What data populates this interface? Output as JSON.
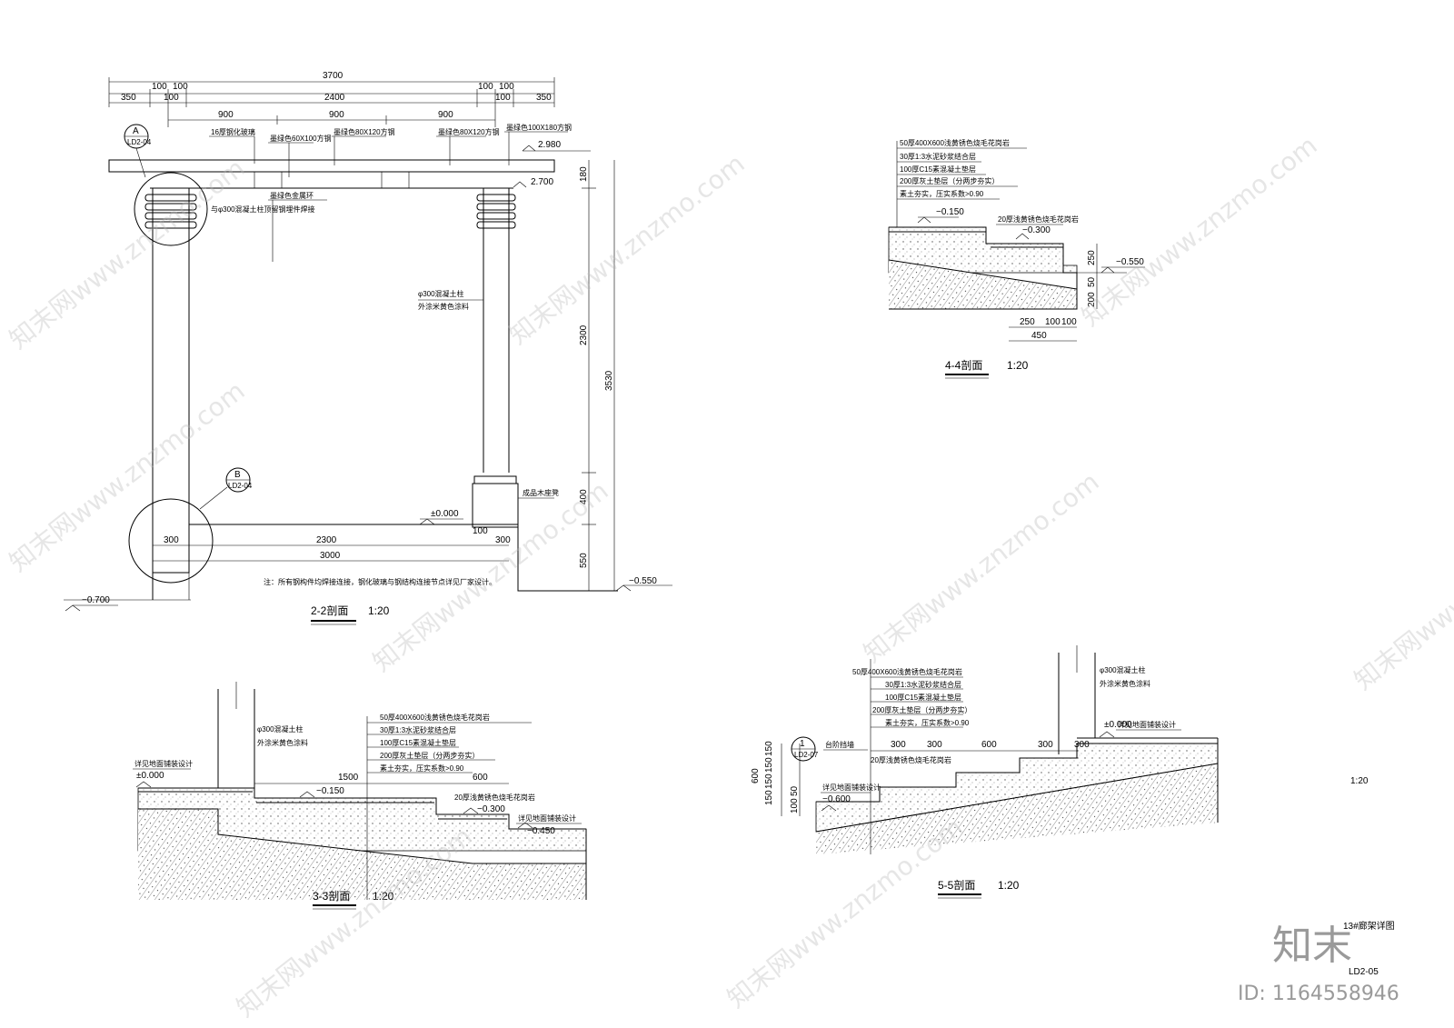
{
  "section_22": {
    "title": "2-2剖面",
    "scale": "1:20",
    "dim_total": "3700",
    "dim_row2": [
      "100",
      "100",
      "100",
      "100"
    ],
    "dim_row3": [
      "350",
      "100",
      "2400",
      "100",
      "350"
    ],
    "dim_row4": [
      "900",
      "900",
      "900"
    ],
    "labels": {
      "glass": "16厚钢化玻璃",
      "steel60": "墨绿色60X100方钢",
      "steel80a": "墨绿色80X120方钢",
      "steel80b": "墨绿色80X120方钢",
      "steel100": "墨绿色100X180方钢",
      "ring": "墨绿色金属环",
      "connect": "与φ300混凝土柱顶留钢埋件焊接",
      "col1": "φ300混凝土柱",
      "col2": "外涂米黄色涂料",
      "bench": "成品木座凳",
      "note": "注：所有钢构件均焊接连接，钢化玻璃与钢结构连接节点详见厂家设计。"
    },
    "elev": {
      "top": "2.980",
      "beam": "2.700",
      "zero": "±0.000",
      "right": "−0.550",
      "left": "−0.700"
    },
    "vdims": [
      "180",
      "2300",
      "400",
      "550",
      "3530"
    ],
    "bottom": {
      "d300a": "300",
      "d2300": "2300",
      "d100": "100",
      "d300b": "300",
      "d3000": "3000"
    },
    "callout_a": {
      "letter": "A",
      "ref": "LD2-04"
    },
    "callout_b": {
      "letter": "B",
      "ref": "LD2-04"
    }
  },
  "section_44": {
    "title": "4-4剖面",
    "scale": "1:20",
    "layers": [
      "50厚400X600浅黄锈色烧毛花岗岩",
      "30厚1:3水泥砂浆结合层",
      "100厚C15素混凝土垫层",
      "200厚灰土垫层（分两步夯实）",
      "素土夯实，压实系数>0.90"
    ],
    "step_label": "20厚浅黄锈色烧毛花岗岩",
    "elev": {
      "e1": "−0.150",
      "e2": "−0.300",
      "e3": "−0.550"
    },
    "vdims": [
      "250",
      "200",
      "50"
    ],
    "hdims": [
      "250",
      "100",
      "100",
      "450"
    ]
  },
  "section_33": {
    "title": "3-3剖面",
    "scale": "1:20",
    "col1": "φ300混凝土柱",
    "col2": "外涂米黄色涂料",
    "layers": [
      "50厚400X600浅黄锈色烧毛花岗岩",
      "30厚1:3水泥砂浆结合层",
      "100厚C15素混凝土垫层",
      "200厚灰土垫层（分两步夯实）",
      "素土夯实，压实系数>0.90"
    ],
    "left_note": "详见地面铺装设计",
    "right_note": "详见地面铺装设计",
    "step_label": "20厚浅黄锈色烧毛花岗岩",
    "elev": {
      "e0": "±0.000",
      "e1": "−0.150",
      "e2": "−0.300",
      "e3": "−0.450"
    },
    "hdims": [
      "1500",
      "600"
    ]
  },
  "section_55": {
    "title": "5-5剖面",
    "scale": "1:20",
    "col1": "φ300混凝土柱",
    "col2": "外涂米黄色涂料",
    "layers": [
      "50厚400X600浅黄锈色烧毛花岗岩",
      "30厚1:3水泥砂浆结合层",
      "100厚C15素混凝土垫层",
      "200厚灰土垫层（分两步夯实）",
      "素土夯实，压实系数>0.90"
    ],
    "wall": "台阶挡墙",
    "step_label": "20厚浅黄锈色烧毛花岗岩",
    "left_note": "详见地面铺装设计",
    "right_note": "详见地面铺装设计",
    "elev": {
      "e0": "±0.000",
      "e1": "−0.600"
    },
    "hdims": [
      "300",
      "300",
      "600",
      "300",
      "300"
    ],
    "vdims": [
      "150",
      "150",
      "150",
      "150",
      "600",
      "100",
      "50"
    ],
    "callout": {
      "number": "1",
      "ref": "LD2-07"
    }
  },
  "sheet": {
    "scale": "1:20",
    "name": "13#廊架详图",
    "code": "LD2-05"
  },
  "overlay": {
    "brand": "知末",
    "id": "ID: 1164558946",
    "watermark": "知末网www.znzmo.com"
  }
}
